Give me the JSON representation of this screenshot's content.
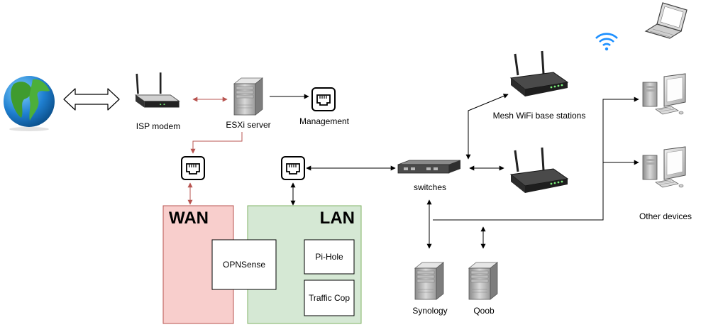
{
  "labels": {
    "isp_modem": "ISP modem",
    "esxi_server": "ESXi server",
    "management": "Management",
    "wan": "WAN",
    "lan": "LAN",
    "opnsense": "OPNSense",
    "pihole": "Pi-Hole",
    "traffic_cop": "Traffic Cop",
    "switches": "switches",
    "mesh_wifi": "Mesh WiFi base stations",
    "other_devices": "Other devices",
    "synology": "Synology",
    "qoob": "Qoob"
  },
  "colors": {
    "wan_fill": "#f8cecc",
    "wan_stroke": "#b85450",
    "lan_fill": "#d5e8d4",
    "lan_stroke": "#82b366",
    "wan_link": "#b85450",
    "link": "#000000"
  },
  "icons": [
    "globe-icon",
    "router-icon",
    "server-icon",
    "ethernet-port-icon",
    "network-switch-icon",
    "wifi-icon",
    "laptop-icon",
    "desktop-computer-icon"
  ]
}
